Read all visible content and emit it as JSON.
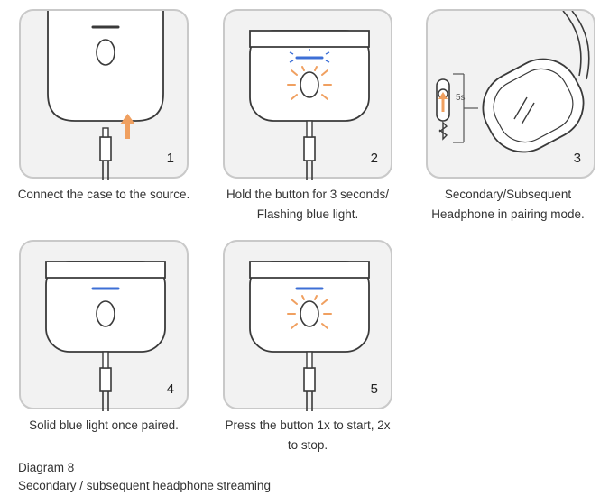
{
  "steps": [
    {
      "number": "1",
      "caption_lines": [
        "Connect the case to the source."
      ]
    },
    {
      "number": "2",
      "caption_lines": [
        "Hold the button for 3 seconds/",
        "Flashing blue light."
      ]
    },
    {
      "number": "3",
      "caption_lines": [
        "Secondary/Subsequent",
        "Headphone in pairing mode."
      ],
      "timer_label": "5s"
    },
    {
      "number": "4",
      "caption_lines": [
        "Solid blue light once paired."
      ]
    },
    {
      "number": "5",
      "caption_lines": [
        "Press the button 1x to start, 2x",
        "to stop."
      ]
    }
  ],
  "footer": {
    "title": "Diagram 8",
    "subtitle": "Secondary / subsequent headphone streaming"
  },
  "colors": {
    "panel_bg": "#f2f2f2",
    "panel_border": "#c9c9c9",
    "case_stroke": "#3a3a3a",
    "blue_light": "#3d6fd6",
    "orange": "#f0a060"
  },
  "icons": [
    "upload-arrow-icon",
    "bluetooth-icon",
    "flash-rays-icon",
    "usb-cable-icon"
  ]
}
